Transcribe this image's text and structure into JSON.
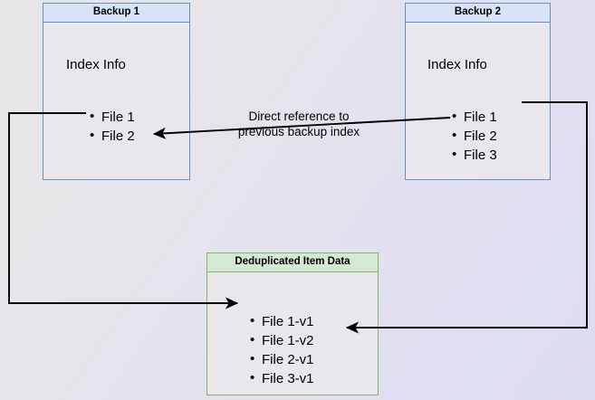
{
  "diagram": {
    "title_hidden": "Backup deduplication index reference diagram",
    "background": {
      "gradient_from": "#e9e6e7",
      "gradient_to": "#dcdcf3"
    },
    "colors": {
      "blue_border": "#6c8ebf",
      "blue_header_fill": "#d7e4f7",
      "green_border": "#82b366",
      "green_header_fill": "#d5e8d4",
      "box_body_fill": "#e9e7eb",
      "connector": "#000000"
    },
    "nodes": {
      "backup1": {
        "header": "Backup 1",
        "subtitle": "Index Info",
        "items": [
          "File 1",
          "File 2"
        ]
      },
      "backup2": {
        "header": "Backup 2",
        "subtitle": "Index Info",
        "items": [
          "File 1",
          "File 2",
          "File 3"
        ]
      },
      "dedup": {
        "header": "Deduplicated Item Data",
        "items": [
          "File 1-v1",
          "File 1-v2",
          "File 2-v1",
          "File 3-v1"
        ]
      }
    },
    "caption": {
      "line1": "Direct reference to",
      "line2": "previous backup index"
    }
  }
}
